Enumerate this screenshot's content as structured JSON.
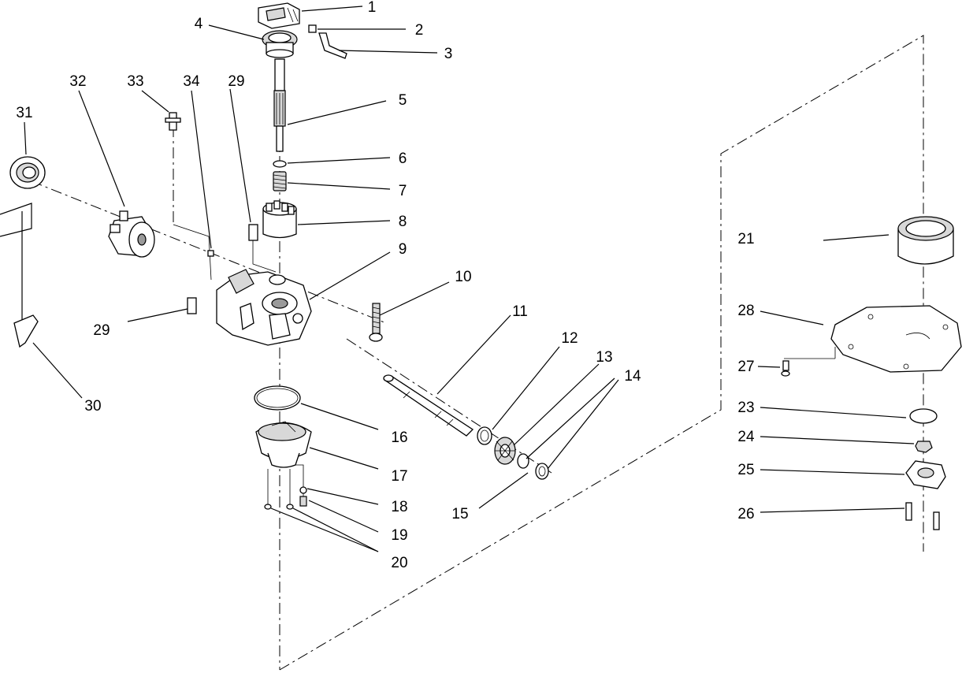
{
  "diagram": {
    "callouts": [
      "1",
      "2",
      "3",
      "4",
      "5",
      "6",
      "7",
      "8",
      "9",
      "10",
      "11",
      "12",
      "13",
      "14",
      "15",
      "16",
      "17",
      "18",
      "19",
      "20",
      "21",
      "23",
      "24",
      "25",
      "26",
      "27",
      "28",
      "29",
      "29",
      "30",
      "31",
      "32",
      "33",
      "34"
    ]
  }
}
